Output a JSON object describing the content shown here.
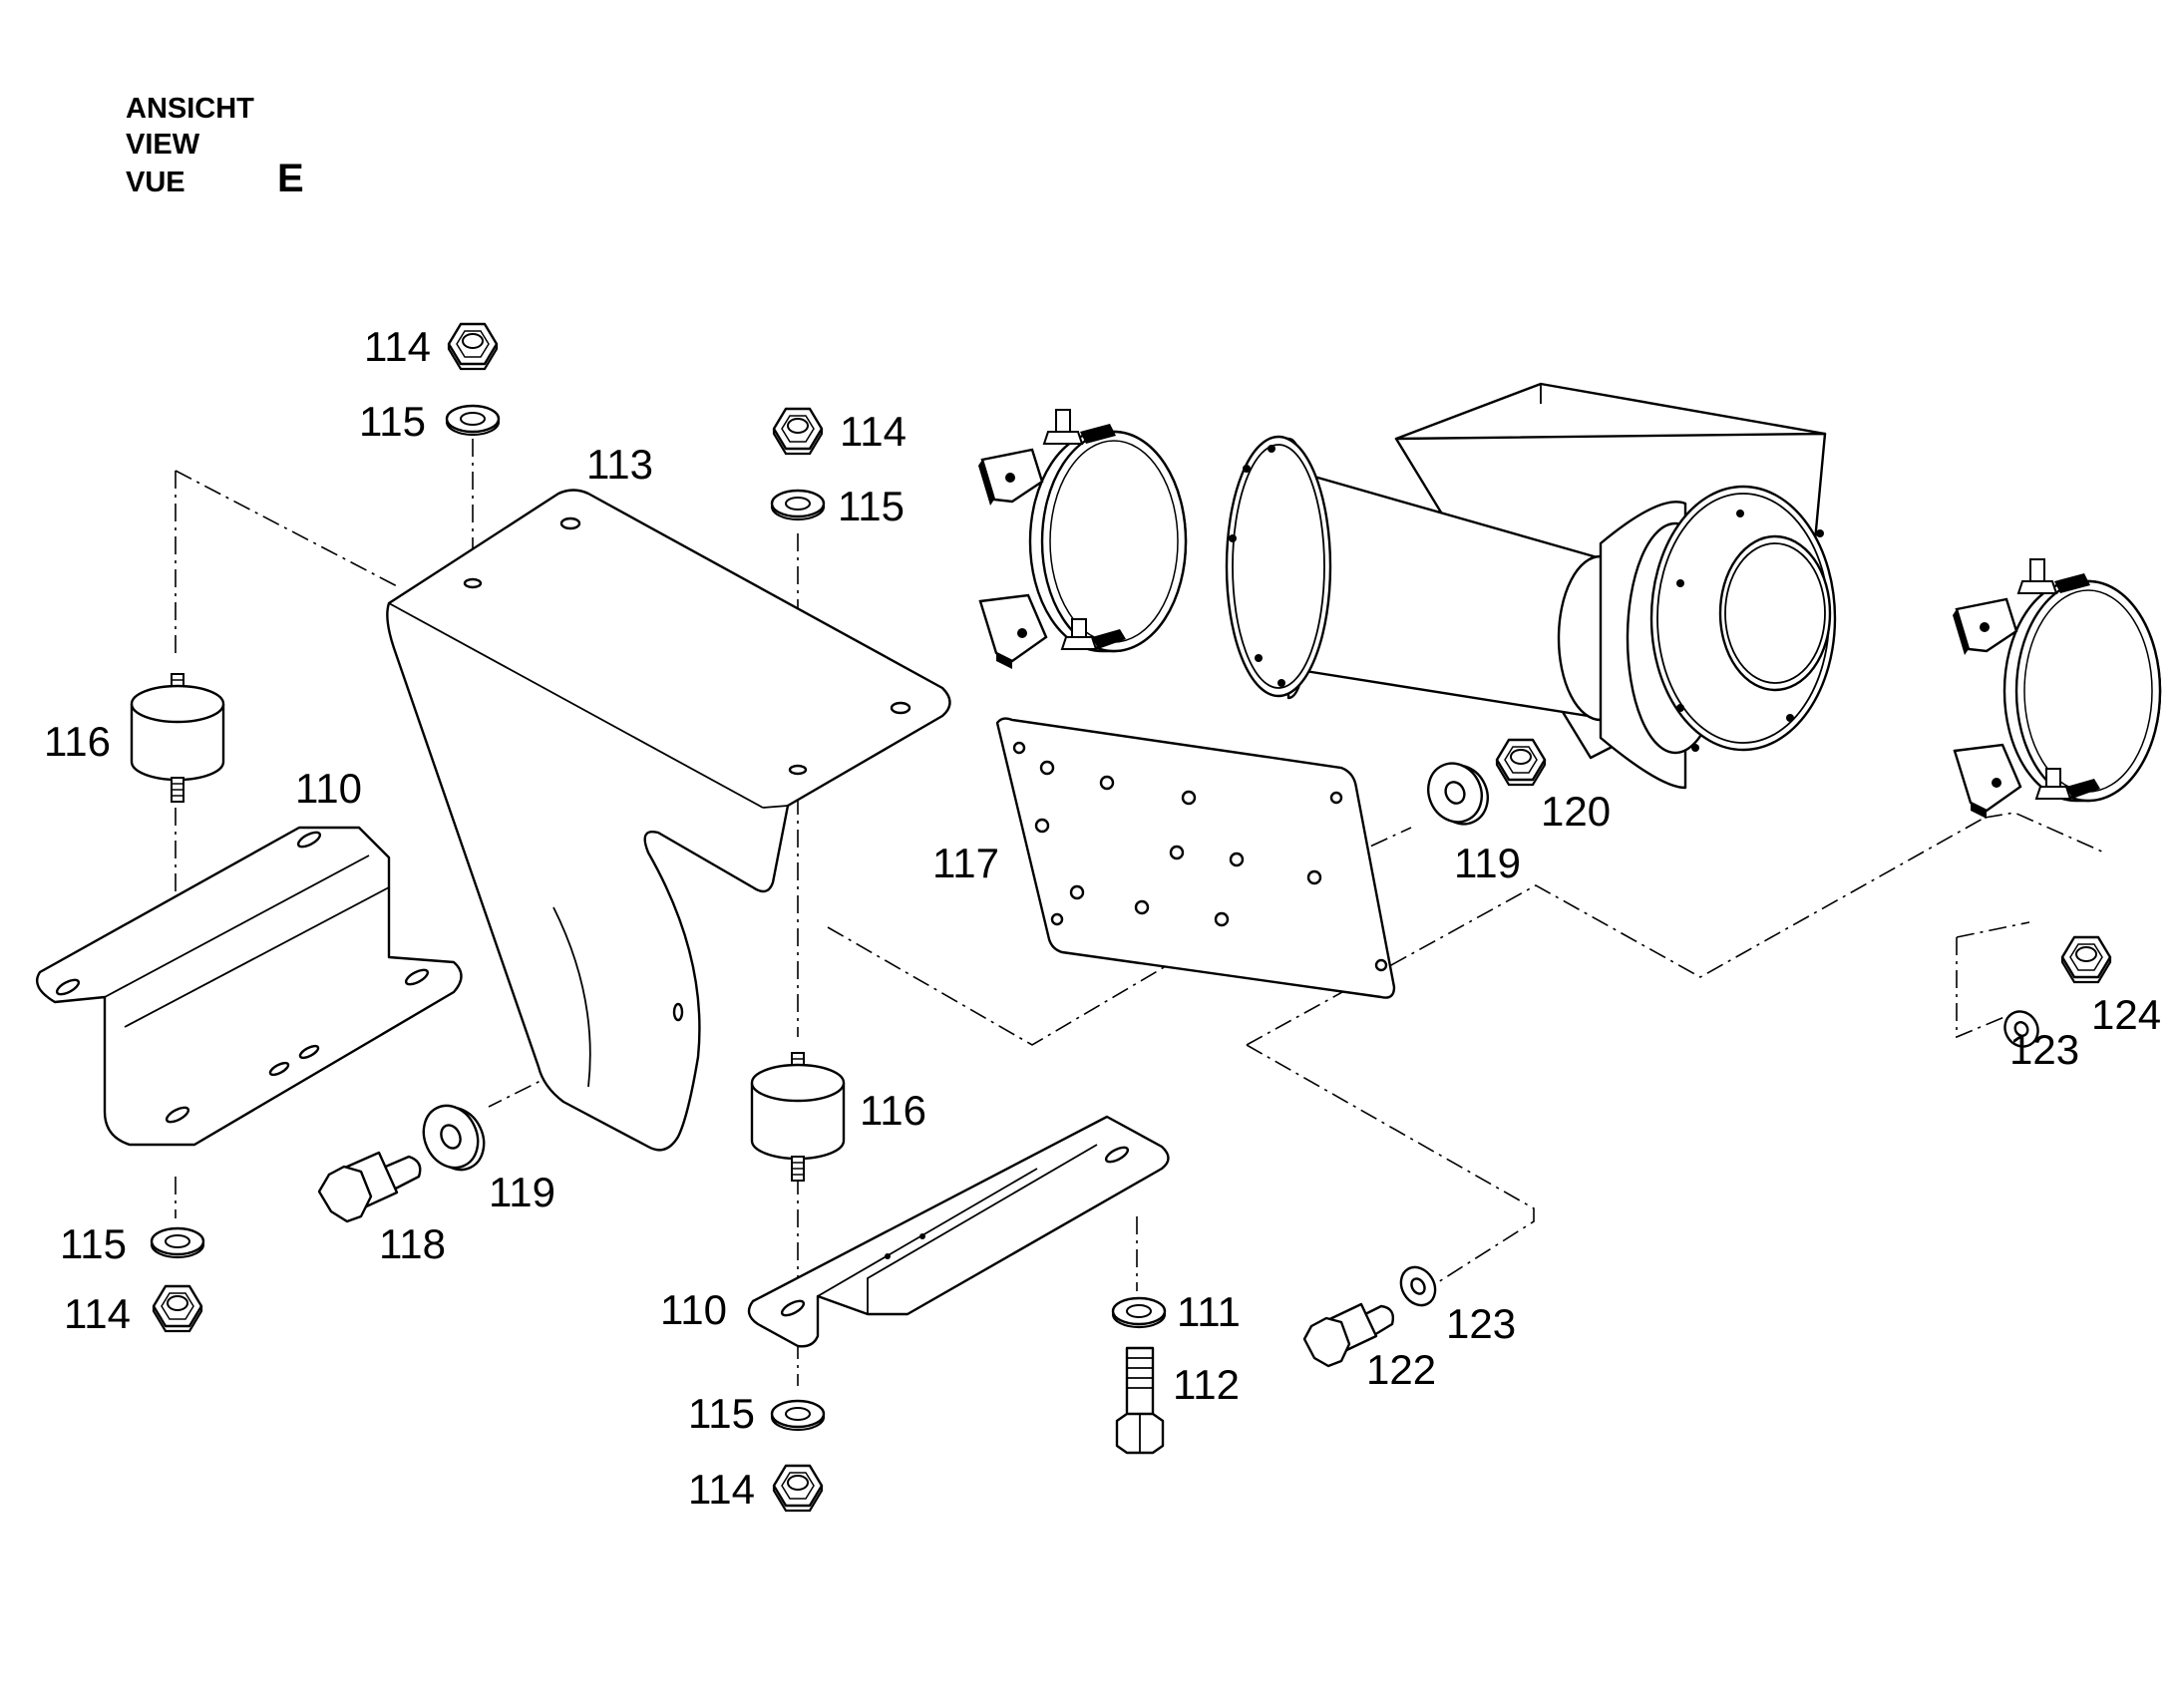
{
  "view": {
    "header_lines": [
      "ANSICHT",
      "VIEW",
      "VUE"
    ],
    "letter": "E"
  },
  "callouts": [
    {
      "id": "c114a",
      "text": "114"
    },
    {
      "id": "c115a",
      "text": "115"
    },
    {
      "id": "c113",
      "text": "113"
    },
    {
      "id": "c114b",
      "text": "114"
    },
    {
      "id": "c115b",
      "text": "115"
    },
    {
      "id": "c116a",
      "text": "116"
    },
    {
      "id": "c110a",
      "text": "110"
    },
    {
      "id": "c115c",
      "text": "115"
    },
    {
      "id": "c114c",
      "text": "114"
    },
    {
      "id": "c118",
      "text": "118"
    },
    {
      "id": "c119a",
      "text": "119"
    },
    {
      "id": "c116b",
      "text": "116"
    },
    {
      "id": "c110b",
      "text": "110"
    },
    {
      "id": "c115d",
      "text": "115"
    },
    {
      "id": "c114d",
      "text": "114"
    },
    {
      "id": "c111",
      "text": "111"
    },
    {
      "id": "c112",
      "text": "112"
    },
    {
      "id": "c117",
      "text": "117"
    },
    {
      "id": "c119b",
      "text": "119"
    },
    {
      "id": "c120",
      "text": "120"
    },
    {
      "id": "c122",
      "text": "122"
    },
    {
      "id": "c123a",
      "text": "123"
    },
    {
      "id": "c123b",
      "text": "123"
    },
    {
      "id": "c124",
      "text": "124"
    }
  ]
}
